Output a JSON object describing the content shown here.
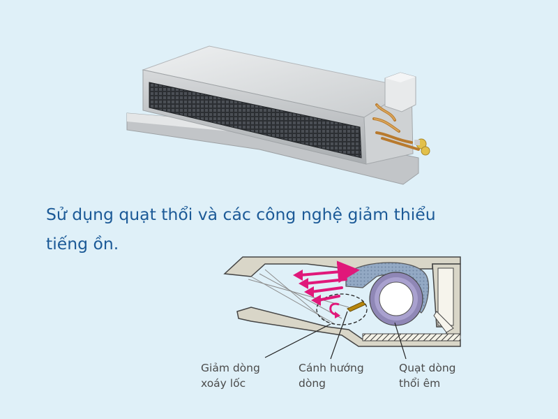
{
  "headline": {
    "line1": "Sử dụng quạt thổi và các công nghệ giảm thiểu",
    "line2": "tiếng ồn."
  },
  "callouts": [
    {
      "line1": "Giảm dòng",
      "line2": "xoáy lốc"
    },
    {
      "line1": "Cánh hướng",
      "line2": "dòng"
    },
    {
      "line1": "Quạt dòng",
      "line2": "thổi êm"
    }
  ],
  "colors": {
    "background": "#dff0f8",
    "headline": "#1c5a97",
    "airflow_arrows": "#e0187a",
    "casing": "#d9d6c8",
    "fan_housing": "#8fa0b8",
    "callout_text": "#4a4a4a"
  },
  "icons": [
    "ducted-air-conditioner-unit",
    "airflow-arrow",
    "cross-flow-fan"
  ]
}
